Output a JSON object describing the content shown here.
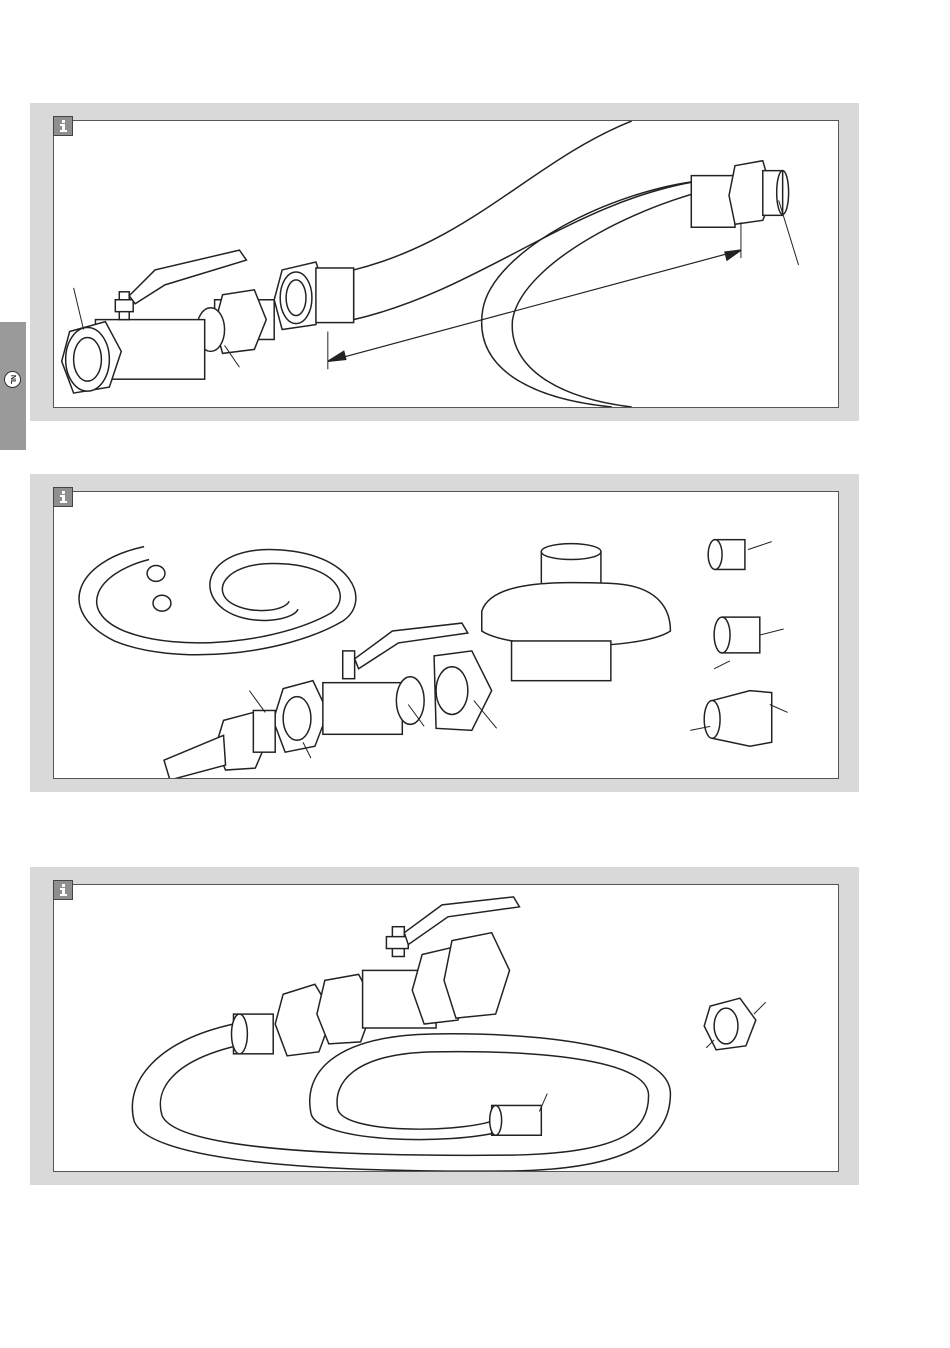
{
  "document": {
    "side_tab": {
      "language_code": "NL",
      "color": "#9a9a9a"
    },
    "panel_color": "#d9d9d9",
    "icons": [
      "info-icon"
    ],
    "figures": [
      {
        "name": "hose-with-ball-valve-and-nipple"
      },
      {
        "name": "hose-kit-with-valve-regulator-and-adapters"
      },
      {
        "name": "hose-loop-with-ball-valve-and-adapter"
      }
    ]
  }
}
